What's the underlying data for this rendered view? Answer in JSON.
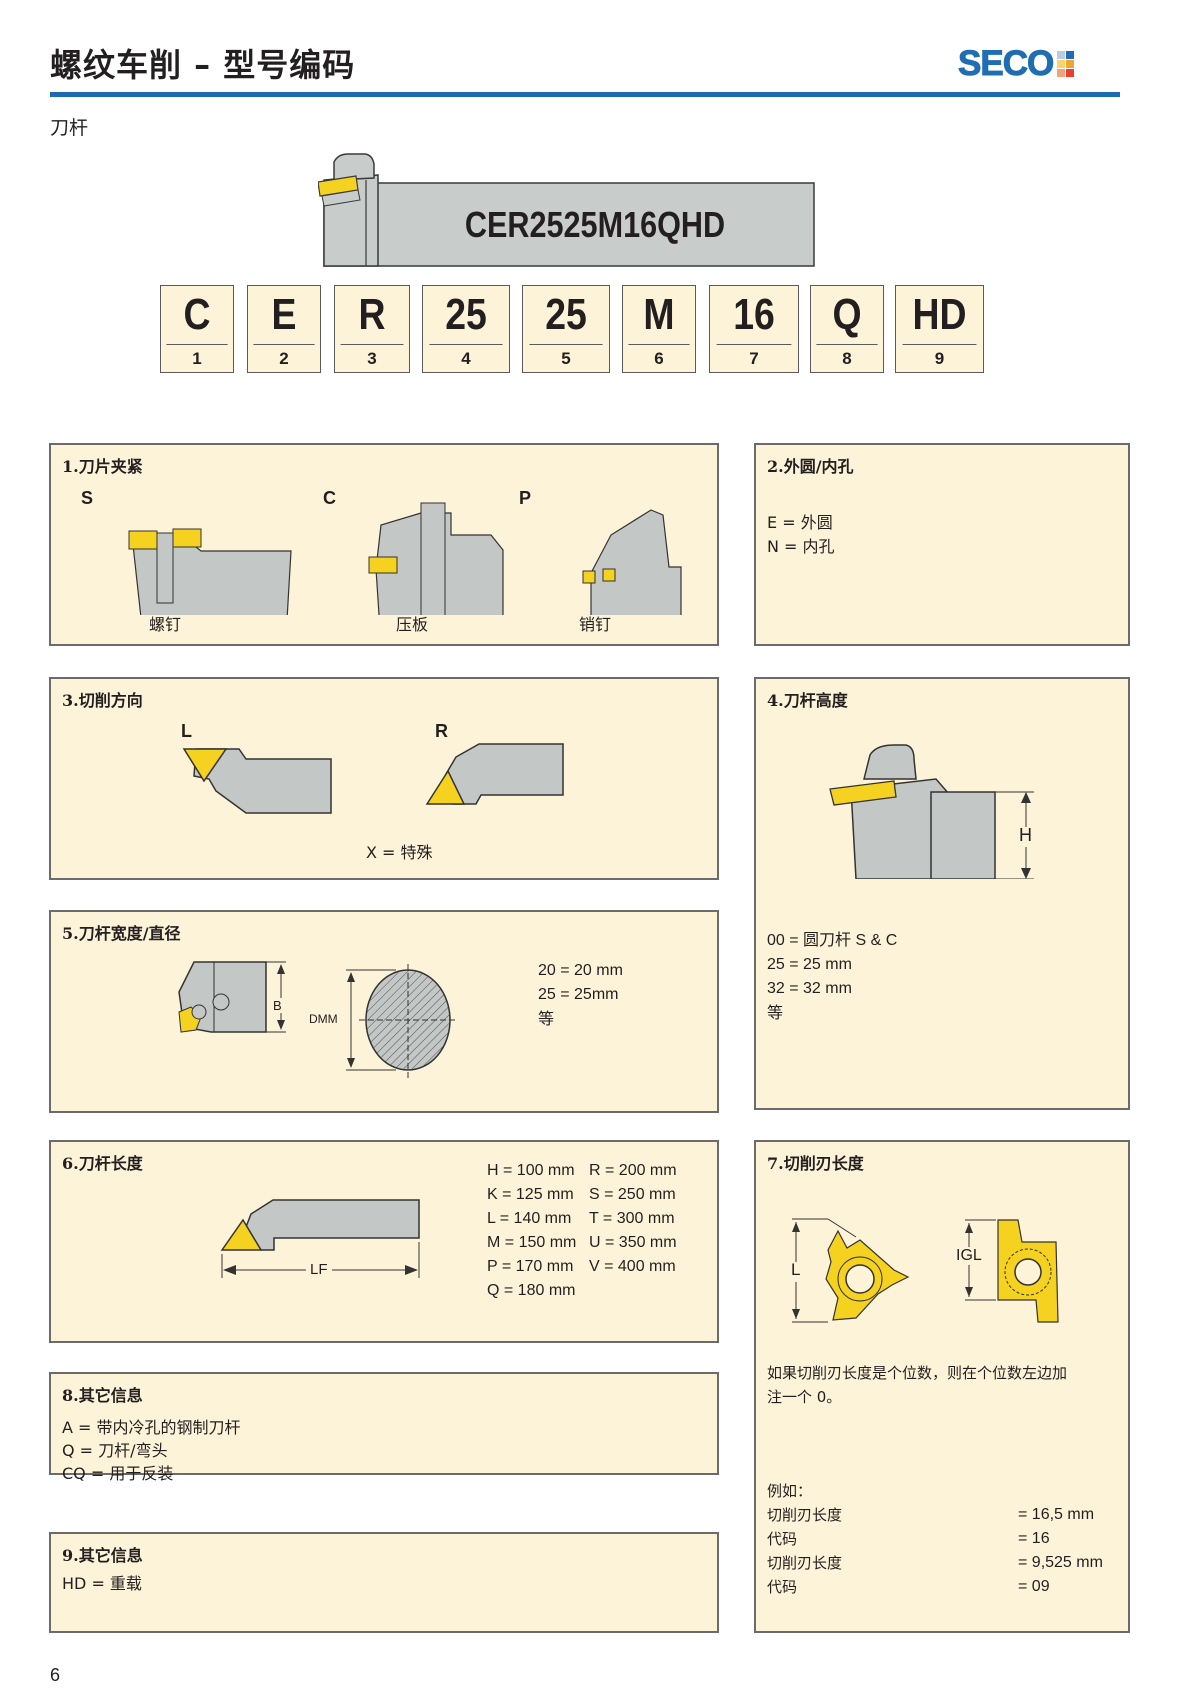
{
  "header": {
    "title": "螺纹车削 – 型号编码",
    "logo_text": "SECO",
    "logo_colors": [
      "#8fb3dc",
      "#1f6db3",
      "#f7c843",
      "#f0a431",
      "#f08a54",
      "#e8402f"
    ],
    "accent_color": "#1b6bb0"
  },
  "subtitle": "刀杆",
  "example_code": "CER2525M16QHD",
  "code_segments": [
    {
      "value": "C",
      "index": "1"
    },
    {
      "value": "E",
      "index": "2"
    },
    {
      "value": "R",
      "index": "3"
    },
    {
      "value": "25",
      "index": "4"
    },
    {
      "value": "25",
      "index": "5"
    },
    {
      "value": "M",
      "index": "6"
    },
    {
      "value": "16",
      "index": "7"
    },
    {
      "value": "Q",
      "index": "8"
    },
    {
      "value": "HD",
      "index": "9"
    }
  ],
  "panels": {
    "p1": {
      "title": "1.刀片夹紧",
      "options": [
        {
          "code": "S",
          "caption": "螺钉"
        },
        {
          "code": "C",
          "caption": "压板"
        },
        {
          "code": "P",
          "caption": "销钉"
        }
      ]
    },
    "p2": {
      "title": "2.外圆/内孔",
      "lines": [
        "E = 外圆",
        "N = 内孔"
      ]
    },
    "p3": {
      "title": "3.切削方向",
      "left_label": "L",
      "right_label": "R",
      "note": "X = 特殊"
    },
    "p4": {
      "title": "4.刀杆高度",
      "dim_label": "H",
      "lines": [
        "00 = 圆刀杆 S & C",
        "25 = 25 mm",
        "32 = 32 mm",
        "等"
      ]
    },
    "p5": {
      "title": "5.刀杆宽度/直径",
      "dim_b": "B",
      "dim_dmm": "DMM",
      "lines": [
        "20 = 20 mm",
        "25 = 25mm",
        "等"
      ]
    },
    "p6": {
      "title": "6.刀杆长度",
      "dim_label": "LF",
      "col1": [
        "H = 100 mm",
        "K = 125 mm",
        "L = 140 mm",
        "M = 150 mm",
        "P = 170 mm",
        "Q = 180 mm"
      ],
      "col2": [
        "R = 200 mm",
        "S = 250 mm",
        "T = 300 mm",
        "U = 350 mm",
        "V = 400 mm"
      ]
    },
    "p7": {
      "title": "7.切削刃长度",
      "dim_l": "L",
      "dim_igl": "IGL",
      "note_line1": "如果切削刃长度是个位数，则在个位数左边加",
      "note_line2": "注一个 0。",
      "example_heading": "例如：",
      "examples": [
        {
          "label": "切削刃长度",
          "value": "= 16,5 mm"
        },
        {
          "label": "代码",
          "value": "= 16"
        },
        {
          "label": "切削刃长度",
          "value": "= 9,525 mm"
        },
        {
          "label": "代码",
          "value": "= 09"
        }
      ]
    },
    "p8": {
      "title": "8.其它信息",
      "lines": [
        "A = 带内冷孔的钢制刀杆",
        "Q = 刀杆/弯头",
        "CQ = 用于反装"
      ]
    },
    "p9": {
      "title": "9.其它信息",
      "lines": [
        "HD = 重载"
      ]
    }
  },
  "page_number": "6"
}
